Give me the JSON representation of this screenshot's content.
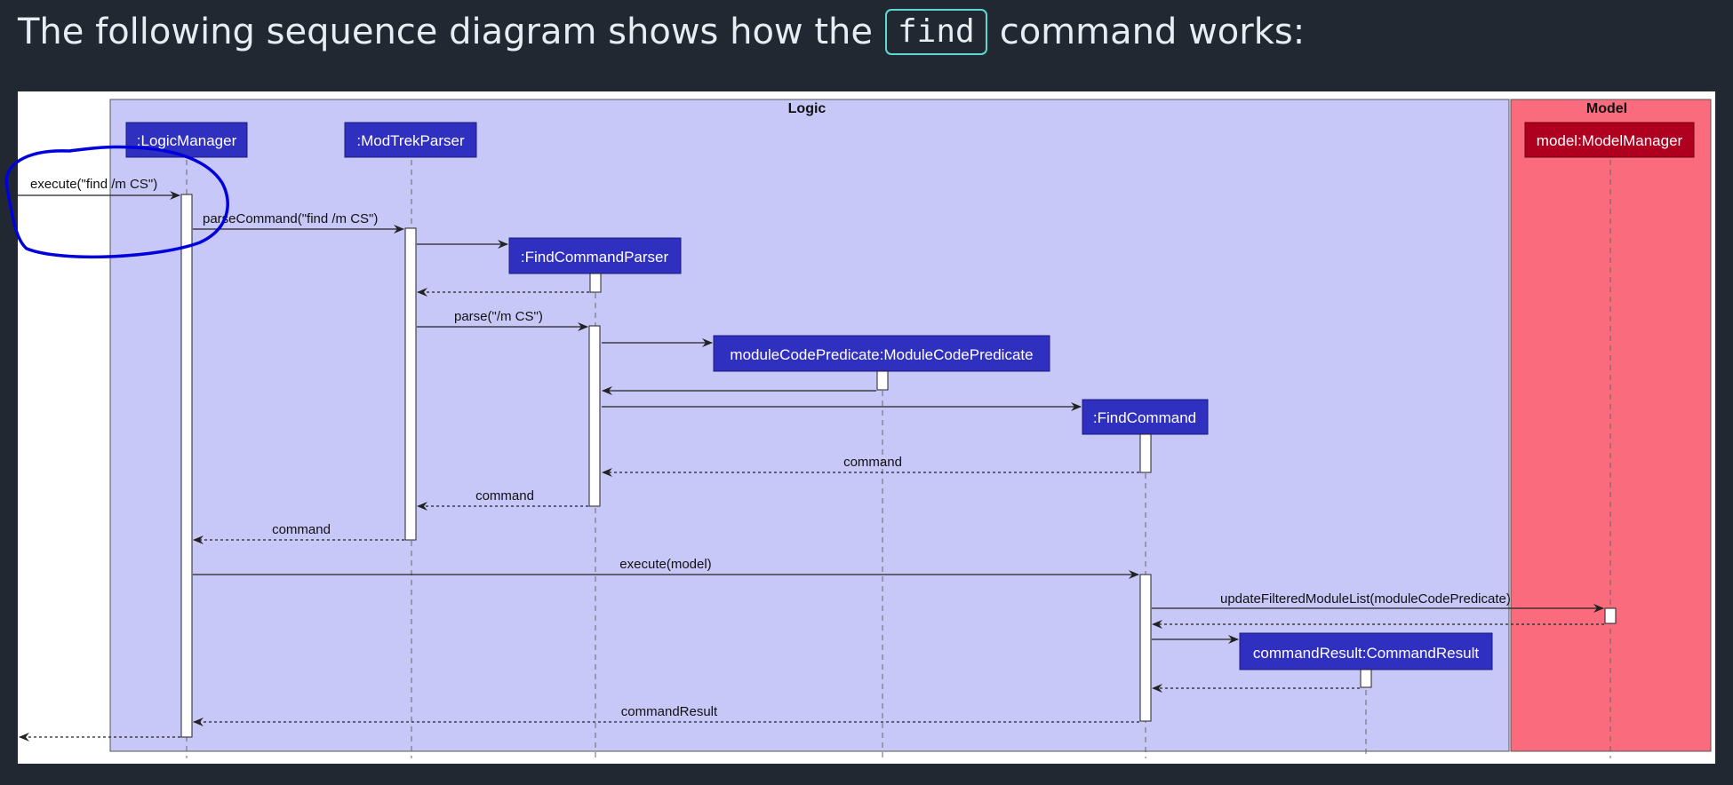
{
  "heading": {
    "before": "The following sequence diagram shows how the",
    "code": "find",
    "after": "command works:"
  },
  "groups": {
    "logic": "Logic",
    "model": "Model"
  },
  "participants": {
    "logic_manager": ":LogicManager",
    "modtrek_parser": ":ModTrekParser",
    "find_command_parser": ":FindCommandParser",
    "module_code_predicate": "moduleCodePredicate:ModuleCodePredicate",
    "find_command": ":FindCommand",
    "command_result": "commandResult:CommandResult",
    "model_manager": "model:ModelManager"
  },
  "messages": {
    "execute_input": "execute(\"find /m CS\")",
    "parse_command": "parseCommand(\"find /m CS\")",
    "parse": "parse(\"/m CS\")",
    "return_command_1": "command",
    "return_command_2": "command",
    "return_command_3": "command",
    "execute_model": "execute(model)",
    "update_filtered": "updateFilteredModuleList(moduleCodePredicate)",
    "return_command_result": "commandResult"
  },
  "colors": {
    "page_background": "#222831",
    "diagram_background": "#ffffff",
    "logic_frame": "#c8c8f8",
    "model_frame": "#fb6b7e",
    "participant_box": "#3030c0",
    "model_participant_box": "#b00020",
    "annotation_ink": "#0000dd"
  },
  "annotation": {
    "type": "hand-drawn circle around incoming execute call"
  }
}
